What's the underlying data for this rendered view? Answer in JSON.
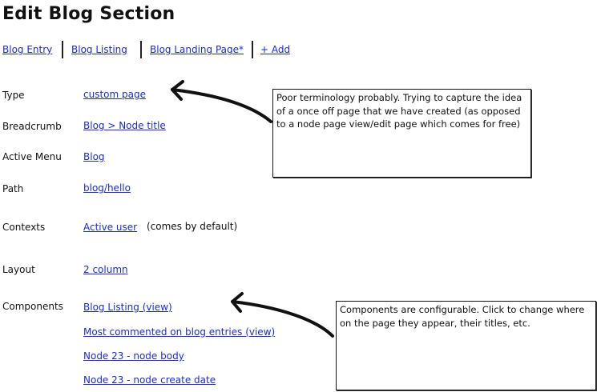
{
  "page": {
    "title": "Edit Blog Section"
  },
  "tabs": [
    {
      "label": "Blog Entry"
    },
    {
      "label": "Blog Listing"
    },
    {
      "label": "Blog Landing Page*"
    },
    {
      "label": "+ Add"
    }
  ],
  "fields": {
    "type": {
      "label": "Type",
      "value": "custom page"
    },
    "breadcrumb": {
      "label": "Breadcrumb",
      "value": "Blog > Node title"
    },
    "active_menu": {
      "label": "Active Menu",
      "value": "Blog"
    },
    "path": {
      "label": "Path",
      "value": "blog/hello"
    },
    "contexts": {
      "label": "Contexts",
      "value": "Active user",
      "note": "(comes by default)"
    },
    "layout": {
      "label": "Layout",
      "value": "2 column"
    },
    "components": {
      "label": "Components",
      "items": [
        "Blog Listing (view)",
        "Most commented on blog entries (view)",
        "Node 23 - node body",
        "Node 23 - node create date"
      ]
    }
  },
  "annotations": {
    "type_note": "Poor terminology probably. Trying to capture the idea of a once off page that we have created (as opposed to a node page view/edit page which comes for free)",
    "components_note": "Components are configurable. Click to change where on the page they appear, their titles, etc."
  },
  "colors": {
    "link": "#1a2bd6",
    "text": "#111111",
    "border": "#111111"
  }
}
